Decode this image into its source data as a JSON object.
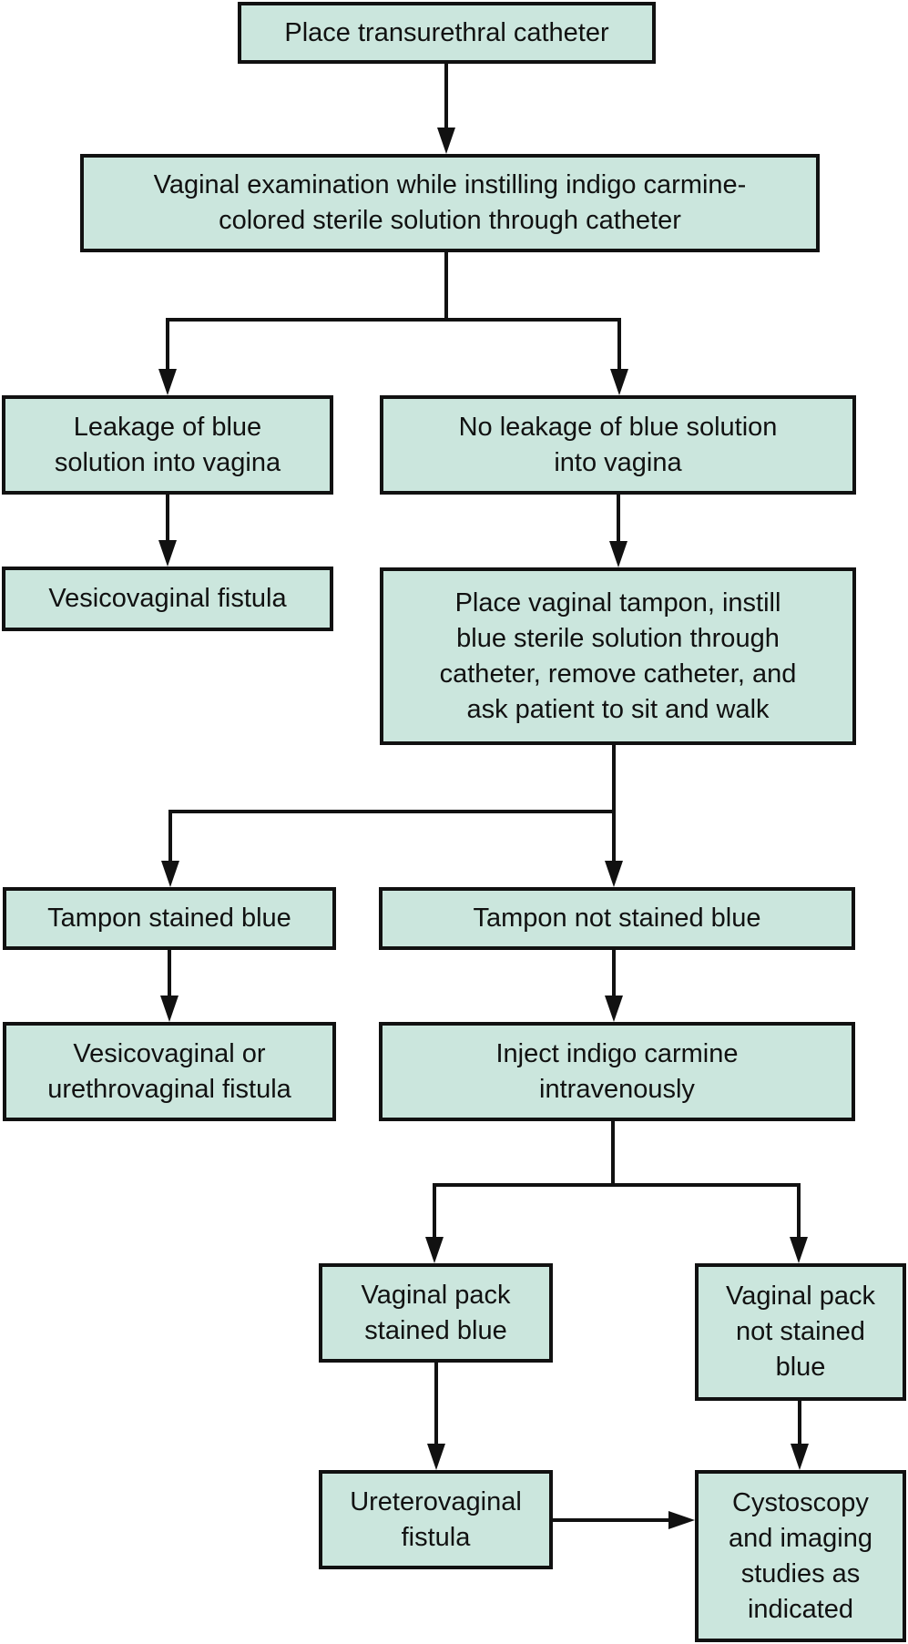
{
  "diagram": {
    "type": "flowchart",
    "colors": {
      "node_fill": "#cbe6dd",
      "stroke": "#111111",
      "text": "#111111"
    },
    "nodes": [
      {
        "id": "n1",
        "label": "Place transurethral catheter"
      },
      {
        "id": "n2",
        "label": "Vaginal examination while instilling indigo carmine-\ncolored sterile solution through catheter"
      },
      {
        "id": "n3",
        "label": "Leakage of blue\nsolution into vagina"
      },
      {
        "id": "n4",
        "label": "No leakage of blue solution\ninto vagina"
      },
      {
        "id": "n5",
        "label": "Vesicovaginal fistula"
      },
      {
        "id": "n6",
        "label": "Place vaginal tampon, instill\nblue sterile solution through\ncatheter, remove catheter, and\nask patient to sit and walk"
      },
      {
        "id": "n7",
        "label": "Tampon stained blue"
      },
      {
        "id": "n8",
        "label": "Tampon not stained blue"
      },
      {
        "id": "n9",
        "label": "Vesicovaginal or\nurethrovaginal fistula"
      },
      {
        "id": "n10",
        "label": "Inject indigo carmine\nintravenously"
      },
      {
        "id": "n11",
        "label": "Vaginal pack\nstained blue"
      },
      {
        "id": "n12",
        "label": "Vaginal pack\nnot stained\nblue"
      },
      {
        "id": "n13",
        "label": "Ureterovaginal\nfistula"
      },
      {
        "id": "n14",
        "label": "Cystoscopy\nand imaging\nstudies as\nindicated"
      }
    ],
    "edges": [
      {
        "from": "n1",
        "to": "n2"
      },
      {
        "from": "n2",
        "to": "n3"
      },
      {
        "from": "n2",
        "to": "n4"
      },
      {
        "from": "n3",
        "to": "n5"
      },
      {
        "from": "n4",
        "to": "n6"
      },
      {
        "from": "n6",
        "to": "n7"
      },
      {
        "from": "n6",
        "to": "n8"
      },
      {
        "from": "n7",
        "to": "n9"
      },
      {
        "from": "n8",
        "to": "n10"
      },
      {
        "from": "n10",
        "to": "n11"
      },
      {
        "from": "n10",
        "to": "n12"
      },
      {
        "from": "n11",
        "to": "n13"
      },
      {
        "from": "n12",
        "to": "n14"
      },
      {
        "from": "n13",
        "to": "n14"
      }
    ]
  }
}
